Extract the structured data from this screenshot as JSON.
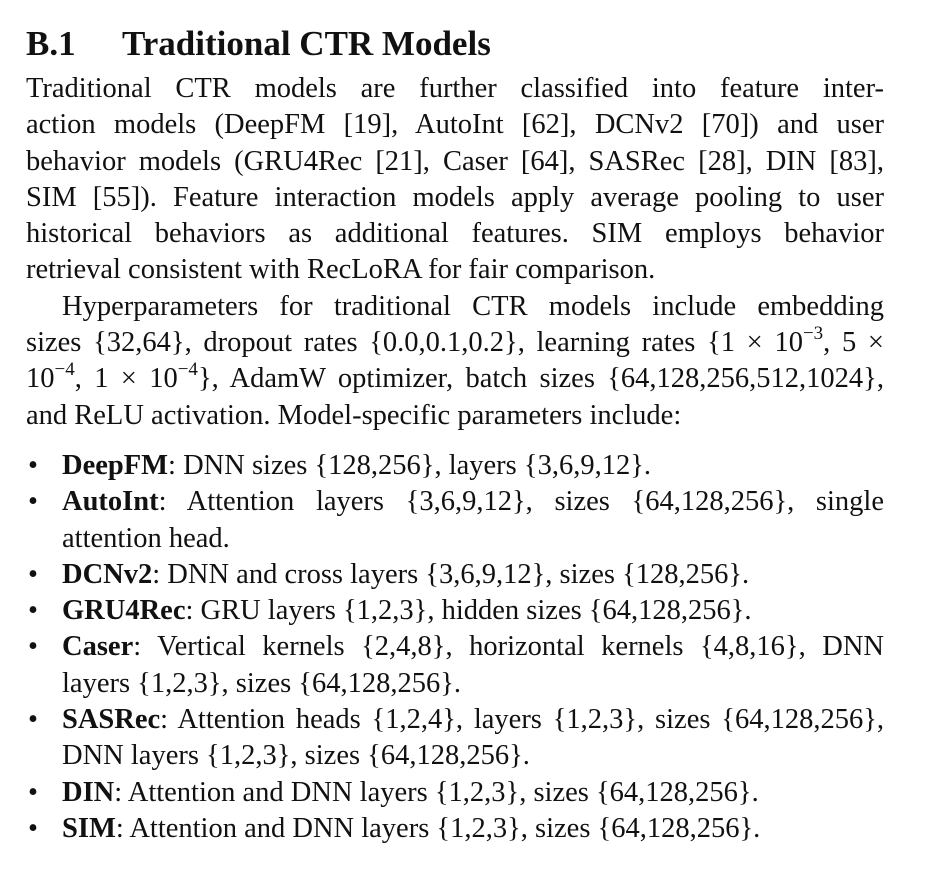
{
  "section": {
    "number": "B.1",
    "title": "Traditional CTR Models"
  },
  "paragraph1": {
    "lines": [
      "Traditional CTR models are further classified into feature inter-",
      "action models (DeepFM [19], AutoInt [62], DCNv2 [70]) and user",
      "behavior models (GRU4Rec [21], Caser [64], SASRec [28], DIN [83],",
      "SIM [55]). Feature interaction models apply average pooling to user",
      "historical behaviors as additional features. SIM employs behavior",
      "retrieval consistent with RecLoRA for fair comparison."
    ]
  },
  "paragraph2": {
    "line1": "Hyperparameters for traditional CTR models include embedding",
    "line2_a": "sizes {32,64}, dropout rates {0.0,0.1,0.2}, learning rates {1 × 10",
    "line2_exp1": "−3",
    "line2_b": ", 5 ×",
    "line3_a": "10",
    "line3_exp2": "−4",
    "line3_b": ", 1 × 10",
    "line3_exp3": "−4",
    "line3_c": "}, AdamW optimizer, batch sizes {64,128,256,512,1024},",
    "line4": "and ReLU activation. Model-specific parameters include:"
  },
  "bullet_glyph": "•",
  "models": [
    {
      "name": "DeepFM",
      "lines": [
        ": DNN sizes {128,256}, layers {3,6,9,12}."
      ]
    },
    {
      "name": "AutoInt",
      "lines": [
        ": Attention layers {3,6,9,12}, sizes {64,128,256}, single",
        "attention head."
      ]
    },
    {
      "name": "DCNv2",
      "lines": [
        ": DNN and cross layers {3,6,9,12}, sizes {128,256}."
      ]
    },
    {
      "name": "GRU4Rec",
      "lines": [
        ": GRU layers {1,2,3}, hidden sizes {64,128,256}."
      ]
    },
    {
      "name": "Caser",
      "lines": [
        ": Vertical kernels {2,4,8}, horizontal kernels {4,8,16}, DNN",
        "layers {1,2,3}, sizes {64,128,256}."
      ]
    },
    {
      "name": "SASRec",
      "lines": [
        ": Attention heads {1,2,4}, layers {1,2,3}, sizes {64,128,256},",
        "DNN layers {1,2,3}, sizes {64,128,256}."
      ]
    },
    {
      "name": "DIN",
      "lines": [
        ": Attention and DNN layers {1,2,3}, sizes {64,128,256}."
      ]
    },
    {
      "name": "SIM",
      "lines": [
        ": Attention and DNN layers {1,2,3}, sizes {64,128,256}."
      ]
    }
  ]
}
